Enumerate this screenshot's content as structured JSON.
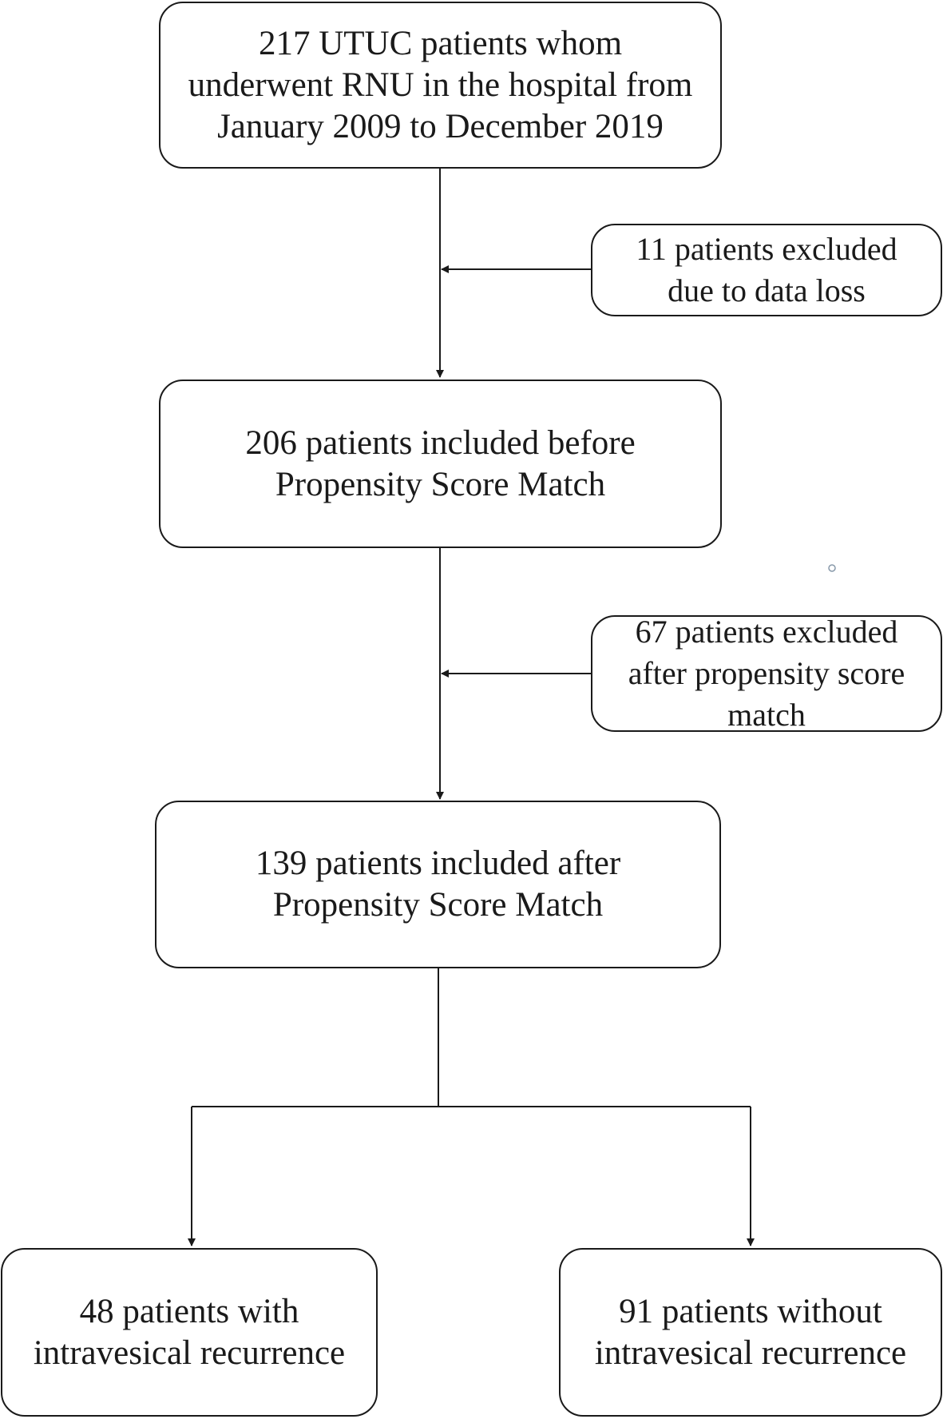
{
  "flowchart": {
    "initial": {
      "lines": [
        "217 UTUC patients whom",
        "underwent RNU in the hospital from",
        "January 2009 to December 2019"
      ]
    },
    "exclusion_data_loss": {
      "lines": [
        "11 patients excluded",
        "due to data loss"
      ]
    },
    "before_psm": {
      "lines": [
        "206 patients included before",
        "Propensity Score Match"
      ]
    },
    "exclusion_psm": {
      "lines": [
        "67 patients excluded",
        "after propensity score",
        "match"
      ]
    },
    "after_psm": {
      "lines": [
        "139 patients included after",
        "Propensity Score Match"
      ]
    },
    "with_recurrence": {
      "lines": [
        "48 patients with",
        "intravesical recurrence"
      ]
    },
    "without_recurrence": {
      "lines": [
        "91 patients without",
        "intravesical recurrence"
      ]
    }
  }
}
